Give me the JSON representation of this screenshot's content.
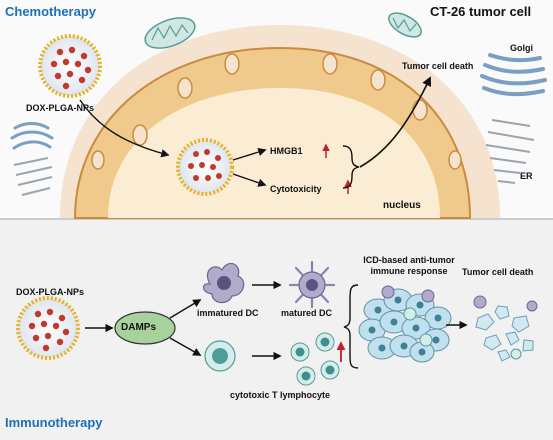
{
  "sections": {
    "chemotherapy": "Chemotherapy",
    "immunotherapy": "Immunotherapy"
  },
  "chemo": {
    "cell_title": "CT-26 tumor cell",
    "nanoparticle": "DOX-PLGA-NPs",
    "hmgb1": "HMGB1",
    "cytotoxicity": "Cytotoxicity",
    "tumor_cell_death": "Tumor cell death",
    "nucleus": "nucleus",
    "golgi": "Golgi",
    "er": "ER"
  },
  "immuno": {
    "nanoparticle": "DOX-PLGA-NPs",
    "damps": "DAMPs",
    "immature_dc": "immatured DC",
    "mature_dc": "matured DC",
    "t_cell": "cytotoxic T lymphocyte",
    "response_line1": "ICD-based anti-tumor",
    "response_line2": "immune response",
    "tumor_cell_death": "Tumor cell death"
  },
  "colors": {
    "section_title": "#1f6fb5",
    "cytoplasm": "#f6e3cf",
    "nucleus": "#f0c98c",
    "nucleus_edge": "#c98b3f",
    "panel_bg": "#f1f1f1",
    "up_arrow": "#c0202a",
    "damps_fill": "#a8d29b",
    "dc": "#9a93b8",
    "t_cell": "#6fb8b8"
  }
}
